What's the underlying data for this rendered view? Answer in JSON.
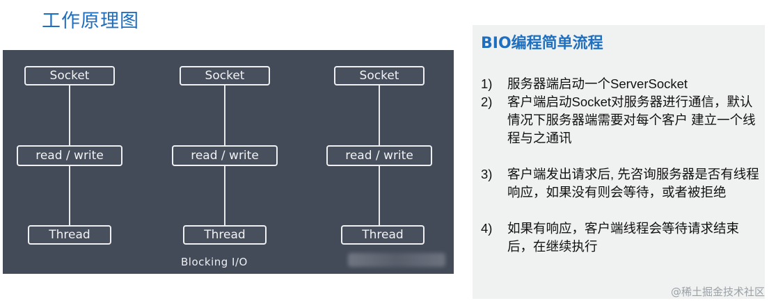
{
  "page": {
    "title": "工作原理图"
  },
  "diagram": {
    "caption": "Blocking I/O",
    "columns": [
      {
        "socket": "Socket",
        "rw": "read / write",
        "thread": "Thread"
      },
      {
        "socket": "Socket",
        "rw": "read / write",
        "thread": "Thread"
      },
      {
        "socket": "Socket",
        "rw": "read / write",
        "thread": "Thread"
      }
    ],
    "colors": {
      "background": "#434a58",
      "box": "#eef0f2"
    }
  },
  "panel": {
    "title": "BIO编程简单流程",
    "steps": [
      {
        "num": "1)",
        "text": "服务器端启动一个ServerSocket"
      },
      {
        "num": "2)",
        "text": "客户端启动Socket对服务器进行通信，默认情况下服务器端需要对每个客户 建立一个线程与之通讯"
      },
      {
        "num": "3)",
        "text": "客户端发出请求后, 先咨询服务器是否有线程响应，如果没有则会等待，或者被拒绝"
      },
      {
        "num": "4)",
        "text": "如果有响应，客户端线程会等待请求结束后，在继续执行"
      }
    ],
    "colors": {
      "title": "#1f6fc0",
      "background": "#f0f2f1"
    }
  },
  "watermark": "@稀土掘金技术社区"
}
